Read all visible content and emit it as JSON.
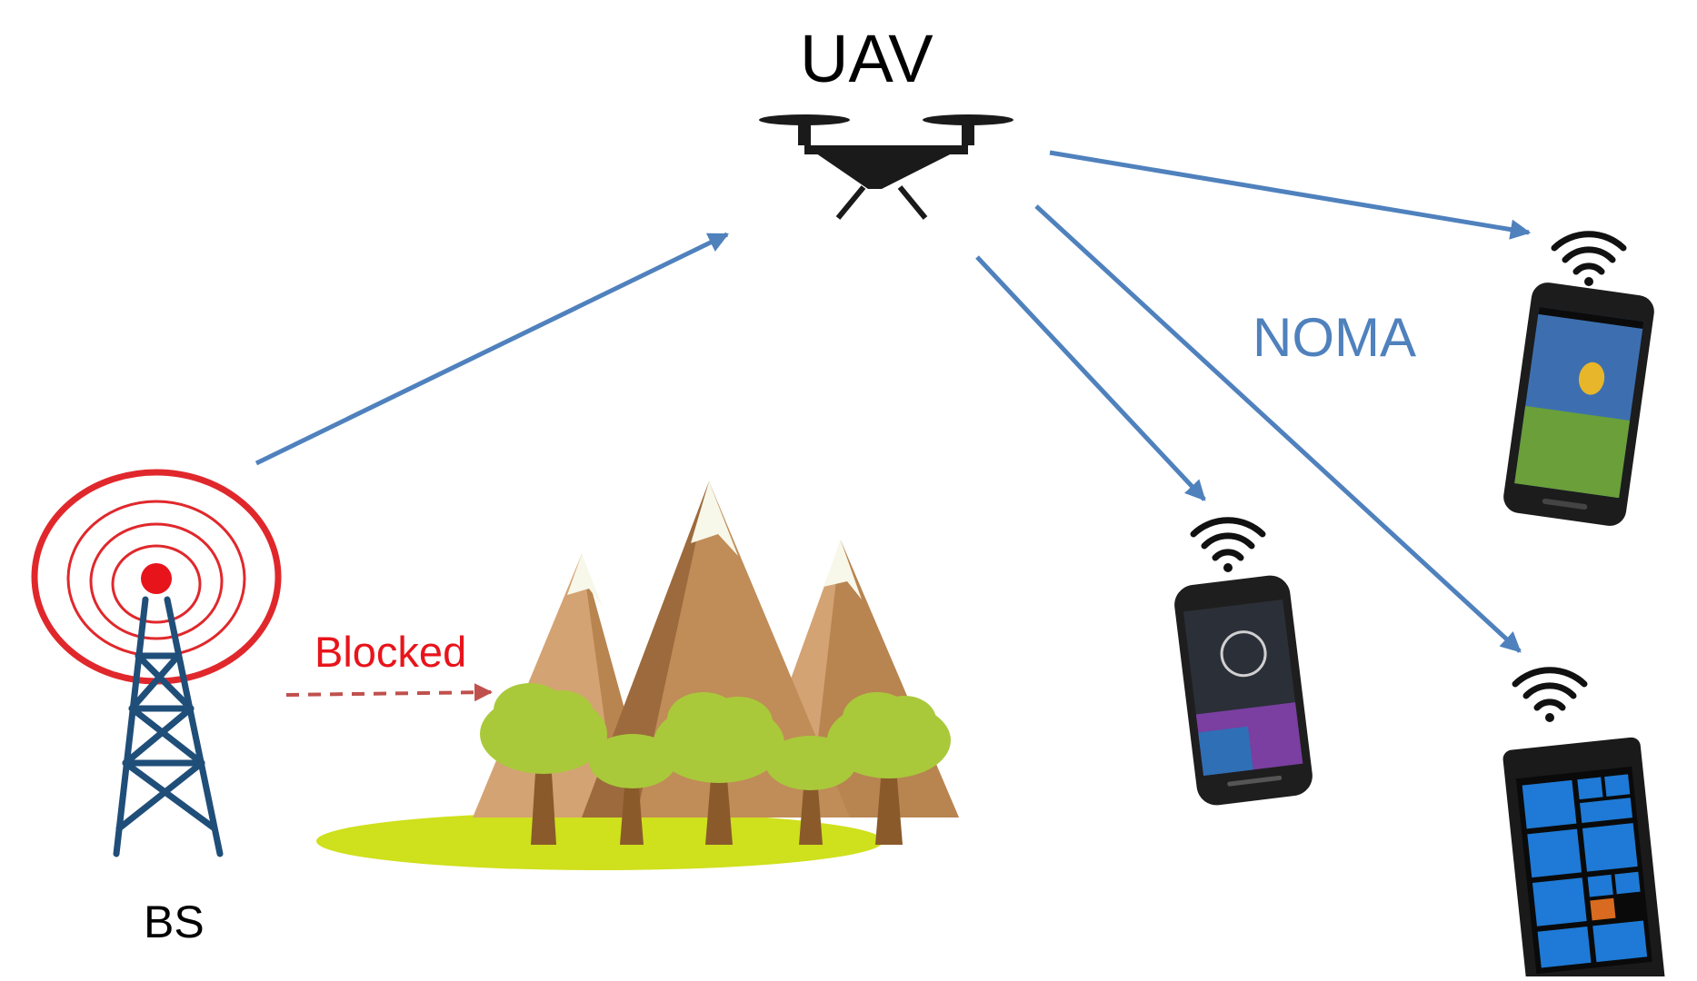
{
  "labels": {
    "uav": "UAV",
    "bs": "BS",
    "blocked": "Blocked",
    "noma": "NOMA"
  },
  "colors": {
    "link_arrow": "#4f81bd",
    "blocked_arrow": "#c0504d",
    "blocked_text": "#e8141b",
    "noma_text": "#4f81bd",
    "tower_structure": "#1f4e79",
    "tower_signal": "#e0282c",
    "drone": "#1a1a1a",
    "mountain_light": "#d4a373",
    "mountain_dark": "#9c6a3c",
    "snow": "#f7f7ea",
    "tree_foliage": "#a9c93a",
    "tree_trunk": "#8a5a2b",
    "grass": "#cfe01c"
  },
  "icons": [
    "uav-drone-icon",
    "base-station-tower-icon",
    "mountains-trees-icon",
    "wifi-icon",
    "smartphone-icon"
  ]
}
